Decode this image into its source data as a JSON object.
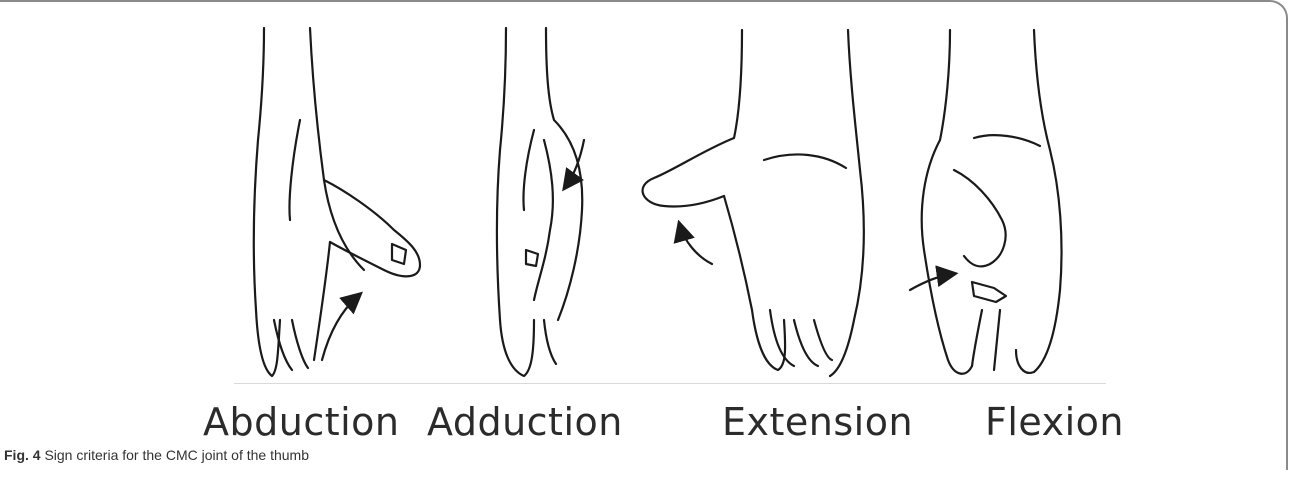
{
  "figure": {
    "caption_number": "Fig. 4",
    "caption_text": " Sign criteria for the CMC joint of the thumb"
  },
  "panels": [
    {
      "label": "Abduction",
      "icon": "hand-thumb-abduction-icon"
    },
    {
      "label": "Adduction",
      "icon": "hand-thumb-adduction-icon"
    },
    {
      "label": "Extension",
      "icon": "hand-thumb-extension-icon"
    },
    {
      "label": "Flexion",
      "icon": "hand-thumb-flexion-icon"
    }
  ],
  "colors": {
    "line": "#1a1a1a",
    "shade": "#e6e6e6",
    "frame": "#8a8a8a"
  }
}
